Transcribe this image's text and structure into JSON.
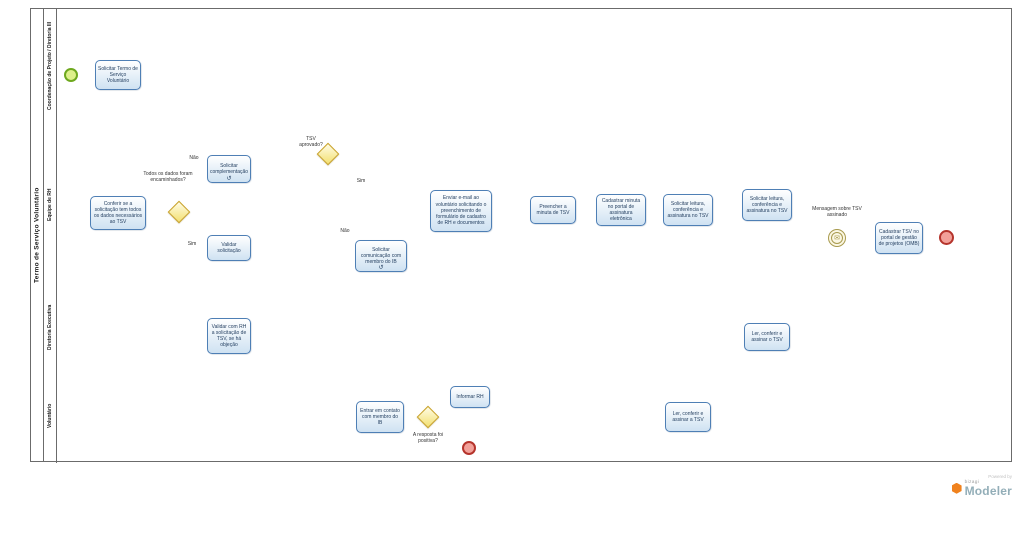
{
  "pool": {
    "label": "Termo de Serviço Voluntário"
  },
  "lanes": [
    {
      "label": "Coordenação de Projeto / Diretoria III"
    },
    {
      "label": "Equipe de RH"
    },
    {
      "label": "Diretoria Executiva"
    },
    {
      "label": "Voluntário"
    }
  ],
  "tasks": {
    "t1": "Solicitar Termo de Serviço Voluntário",
    "t2": "Conferir se a solicitação tem todos os dados necessários ao TSV",
    "t3": "Solicitar complementação",
    "t4": "Validar solicitação",
    "t5": "Solicitar comunicação com membro do IB",
    "t6": "Enviar e-mail ao voluntário solicitando o preenchimento de formulário de cadastro de RH e documentos",
    "t7": "Preencher a minuta de TSV",
    "t8": "Cadastrar minuta no portal de assinatura eletrônica",
    "t9": "Solicitar leitura, conferência e assinatura no TSV",
    "t10": "Solicitar leitura, conferência e assinatura no TSV",
    "t11": "Cadastrar TSV no portal de gestão de projetos (OMB)",
    "t12": "Validar com RH a solicitação de TSV, se há objeção",
    "t13": "Ler, conferir e assinar o TSV",
    "t14": "Entrar em contato com membro do IB",
    "t15": "Informar RH",
    "t16": "Ler, conferir e assinar a TSV"
  },
  "gateways": {
    "g1_label": "Todos os dados foram encaminhados?",
    "g2_label": "TSV aprovado?",
    "g3_label": "A resposta foi positiva?"
  },
  "events": {
    "msg_label": "Mensagem sobre TSV assinado"
  },
  "edge_labels": {
    "nao1": "Não",
    "sim1": "Sim",
    "sim2": "Sim",
    "nao2": "Não"
  },
  "icons": {
    "loop": "↺",
    "message": "✉"
  },
  "footer": {
    "powered_by": "Powered by",
    "brand": "bizagi",
    "product": "Modeler"
  },
  "colors": {
    "task_border": "#4e7fb5",
    "task_fill": "#cfe2f2",
    "gateway_border": "#c9a227",
    "gateway_fill": "#f3e071",
    "start_border": "#6ea81e",
    "end_border": "#b5342c",
    "message_event": "#a89a4e",
    "brand_orange": "#f0821e"
  }
}
